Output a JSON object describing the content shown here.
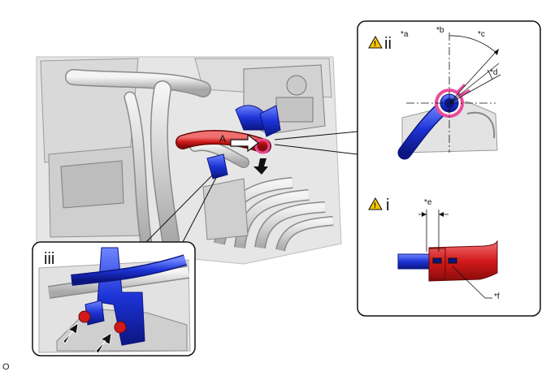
{
  "callout_ii": {
    "title": "ii",
    "labels": {
      "a": "*a",
      "b": "*b",
      "c": "*c",
      "d": "*d"
    }
  },
  "callout_i": {
    "title": "i",
    "labels": {
      "e": "*e",
      "f": "*f"
    }
  },
  "callout_iii": {
    "title": "iii"
  },
  "main": {
    "marker_a": "A"
  },
  "footer": {
    "code": "O"
  },
  "colors": {
    "pipe_red": "#d21a1a",
    "pipe_blue": "#1d33d6",
    "warning_yellow": "#f5c400",
    "pink_clamp": "#e94b9a"
  },
  "icons": [
    "warning-icon",
    "arrow-icon"
  ]
}
